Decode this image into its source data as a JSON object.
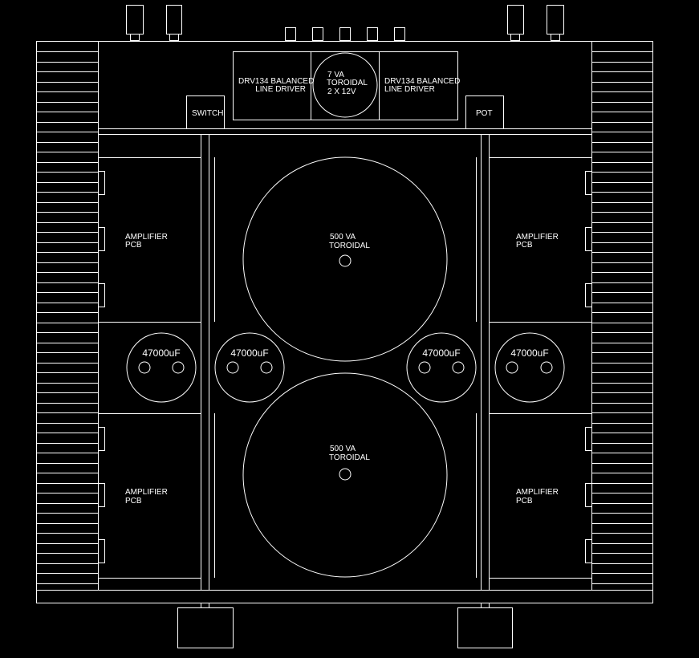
{
  "diagram": {
    "line_color": "#ffffff",
    "background": "#000000",
    "labels": {
      "drv_left": [
        "DRV134 BALANCED",
        "LINE DRIVER"
      ],
      "drv_right": [
        "DRV134 BALANCED",
        "LINE DRIVER"
      ],
      "small_toroid": [
        "7 VA",
        "TOROIDAL",
        "2 X 12V"
      ],
      "switch": "SWITCH",
      "pot": "POT",
      "amp_pcb": [
        "AMPLIFIER",
        "PCB"
      ],
      "big_toroid": [
        "500 VA",
        "TOROIDAL"
      ],
      "capacitor": "47000uF"
    }
  }
}
